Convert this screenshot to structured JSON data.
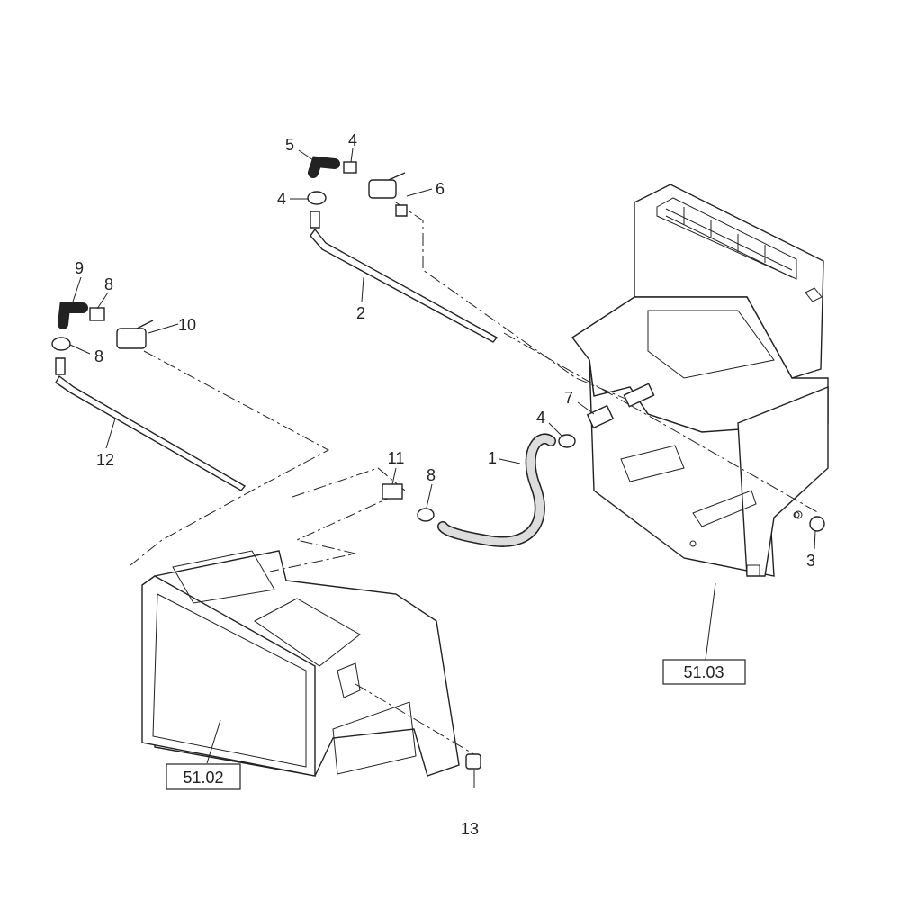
{
  "diagram": {
    "callouts": [
      {
        "id": "c5a",
        "text": "5"
      },
      {
        "id": "c4a",
        "text": "4"
      },
      {
        "id": "c6",
        "text": "6"
      },
      {
        "id": "c4b",
        "text": "4"
      },
      {
        "id": "c2",
        "text": "2"
      },
      {
        "id": "c9",
        "text": "9"
      },
      {
        "id": "c8a",
        "text": "8"
      },
      {
        "id": "c10",
        "text": "10"
      },
      {
        "id": "c8b",
        "text": "8"
      },
      {
        "id": "c12",
        "text": "12"
      },
      {
        "id": "c7",
        "text": "7"
      },
      {
        "id": "c4c",
        "text": "4"
      },
      {
        "id": "c1",
        "text": "1"
      },
      {
        "id": "c11",
        "text": "11"
      },
      {
        "id": "c8c",
        "text": "8"
      },
      {
        "id": "c3",
        "text": "3"
      },
      {
        "id": "c13",
        "text": "13"
      }
    ],
    "references": [
      {
        "id": "ref-right",
        "text": "51.03"
      },
      {
        "id": "ref-left",
        "text": "51.02"
      }
    ]
  }
}
